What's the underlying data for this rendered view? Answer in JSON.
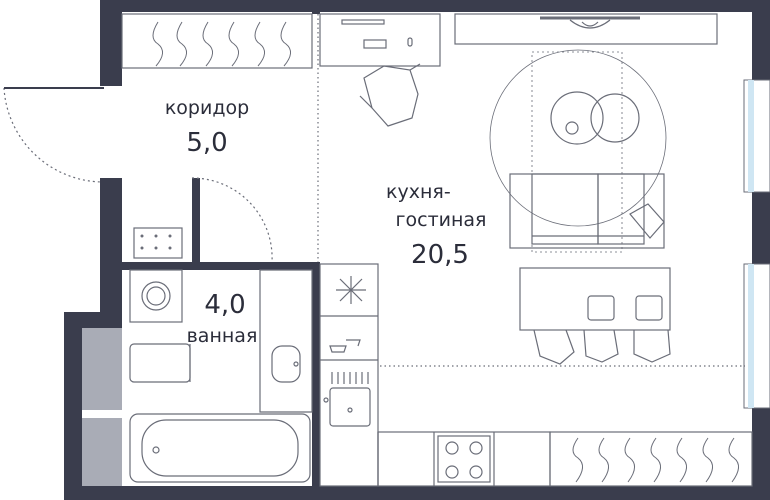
{
  "rooms": {
    "corridor": {
      "name": "коридор",
      "area": "5,0"
    },
    "bathroom": {
      "name": "ванная",
      "area": "4,0"
    },
    "living": {
      "name_line1": "кухня-",
      "name_line2": "гостиная",
      "area": "20,5"
    }
  },
  "colors": {
    "wall": "#3a3d4d",
    "line": "#6a6d78",
    "light_panel": "#a9acb6",
    "window_glass": "#cfe6f3",
    "text": "#2b2d3a"
  }
}
